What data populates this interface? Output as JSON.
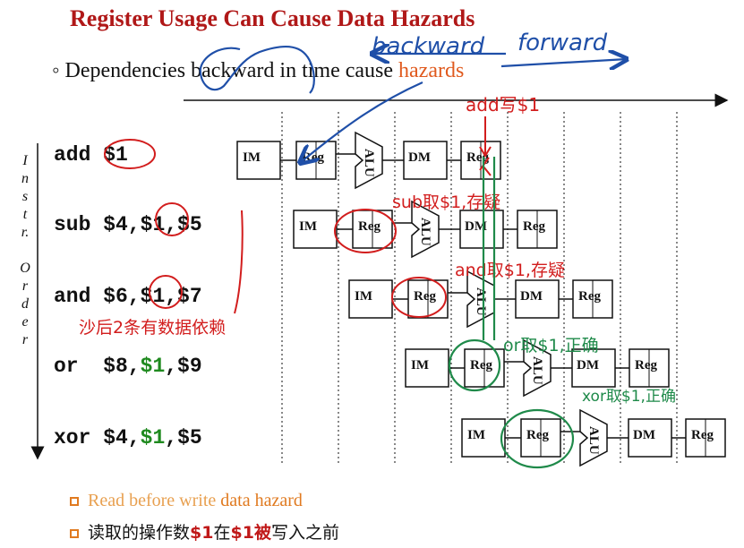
{
  "title": "Register Usage Can Cause Data Hazards",
  "bullet": {
    "marker": "◦",
    "text": "Dependencies backward in time cause ",
    "highlight": "hazards"
  },
  "order_label": [
    "I",
    "n",
    "s",
    "t",
    "r.",
    "",
    "O",
    "r",
    "d",
    "e",
    "r"
  ],
  "instructions": [
    {
      "mnemonic": "add",
      "ops": "$1"
    },
    {
      "mnemonic": "sub",
      "ops": "$4,$1,$5"
    },
    {
      "mnemonic": "and",
      "ops": "$6,$1,$7"
    },
    {
      "mnemonic": "or",
      "ops": "$8,",
      "green": "$1",
      "tail": ",$9"
    },
    {
      "mnemonic": "xor",
      "ops": "$4,",
      "green": "$1",
      "tail": ",$5"
    }
  ],
  "stage_labels": {
    "im": "IM",
    "reg": "Reg",
    "alu": "ALU",
    "dm": "DM",
    "wb": "Reg"
  },
  "annotations": {
    "backward": "backward",
    "forward": "forward",
    "add_note": "add写$1",
    "sub_note": "sub取$1,存疑",
    "and_note": "and取$1,存疑",
    "or_note": "or取$1,正确",
    "xor_note": "xor取$1,正确",
    "left_note": "沙后2条有数据依赖"
  },
  "footer": {
    "line1_a": "Read before write",
    "line1_b": " data hazard",
    "line2_a": "读取的操作数",
    "line2_b": "$1",
    "line2_c": "在",
    "line2_d": "$1",
    "line2_e": "被",
    "line2_f": "写入之前"
  },
  "colors": {
    "title": "#b01818",
    "hazard": "#e05a1e",
    "blue_ink": "#1f4fa8",
    "red_ink": "#d21d1d",
    "green_ink": "#1f8a4a"
  }
}
